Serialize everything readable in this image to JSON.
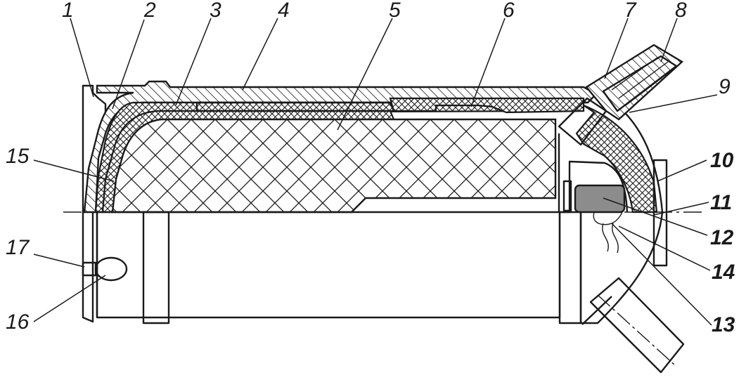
{
  "callouts": [
    {
      "id": "1",
      "text": "1"
    },
    {
      "id": "2",
      "text": "2"
    },
    {
      "id": "3",
      "text": "3"
    },
    {
      "id": "4",
      "text": "4"
    },
    {
      "id": "5",
      "text": "5"
    },
    {
      "id": "6",
      "text": "6"
    },
    {
      "id": "7",
      "text": "7"
    },
    {
      "id": "8",
      "text": "8"
    },
    {
      "id": "9",
      "text": "9"
    },
    {
      "id": "10",
      "text": "10"
    },
    {
      "id": "11",
      "text": "11"
    },
    {
      "id": "12",
      "text": "12"
    },
    {
      "id": "13",
      "text": "13"
    },
    {
      "id": "14",
      "text": "14"
    },
    {
      "id": "15",
      "text": "15"
    },
    {
      "id": "16",
      "text": "16"
    },
    {
      "id": "17",
      "text": "17"
    }
  ],
  "colors": {
    "line": "#1a1a1a",
    "background": "#ffffff",
    "igniter_fill": "#8c8c8c"
  }
}
